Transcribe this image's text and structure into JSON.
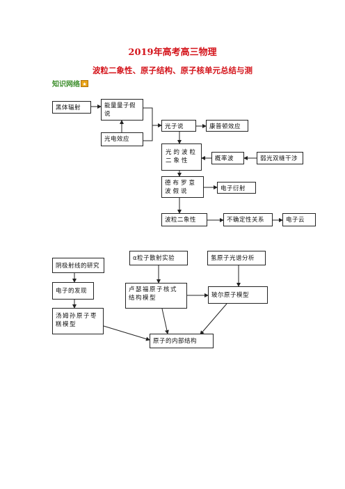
{
  "doc": {
    "title": "2019年高考高三物理",
    "subtitle": "波粒二象性、原子结构、原子核单元总结与测",
    "section_label": "知识网络",
    "section_icon": "star-badge-icon"
  },
  "diagram1": {
    "nodes": {
      "blackbody": "黑体辐射",
      "energy_quantum": "能量量子假说",
      "photoelectric": "光电效应",
      "photon_theory": "光子说",
      "compton": "康普顿效应",
      "wave_particle_light": "光的波粒二象性",
      "probability_wave": "概率波",
      "weak_light_interference": "弱光双缝干涉",
      "de_broglie": "德布罗意波假说",
      "electron_diffraction": "电子衍射",
      "wave_particle": "波粒二象性",
      "uncertainty": "不确定性关系",
      "electron_cloud": "电子云"
    }
  },
  "diagram2": {
    "nodes": {
      "cathode_ray": "阴极射线的研究",
      "alpha_scattering": "α粒子散射实验",
      "hydrogen_spectrum": "氢原子光谱分析",
      "electron_discovery": "电子的发现",
      "rutherford": "卢瑟福原子核式结构模型",
      "bohr": "玻尔原子模型",
      "thomson": "汤姆孙原子枣糕模型",
      "atomic_structure": "原子的内部结构"
    }
  }
}
